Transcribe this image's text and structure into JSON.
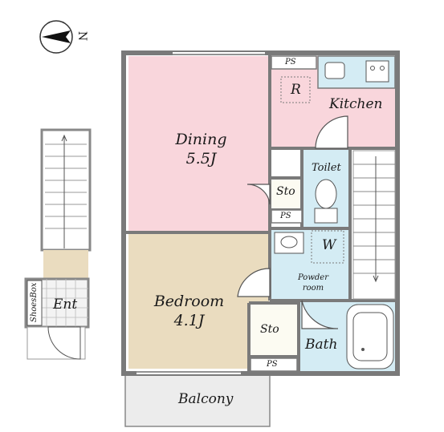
{
  "rooms": {
    "dining": {
      "name": "Dining",
      "size": "5.5J"
    },
    "bedroom": {
      "name": "Bedroom",
      "size": "4.1J"
    },
    "kitchen": "Kitchen",
    "toilet": "Toilet",
    "powder_room": "Powder room",
    "bath": "Bath",
    "balcony": "Balcony",
    "entrance": "Ent",
    "shoebox": "ShoesBox"
  },
  "fixtures": {
    "ps": "PS",
    "storage": "Sto",
    "refrigerator": "R",
    "washer": "W"
  },
  "compass": {
    "north": "N"
  },
  "colors": {
    "dining": "#f9d6dc",
    "kitchen": "#f9d6dc",
    "bedroom": "#eadcbf",
    "wet_areas": "#d4ecf4",
    "wall": "#7a7a7a",
    "balcony": "#ececec"
  }
}
